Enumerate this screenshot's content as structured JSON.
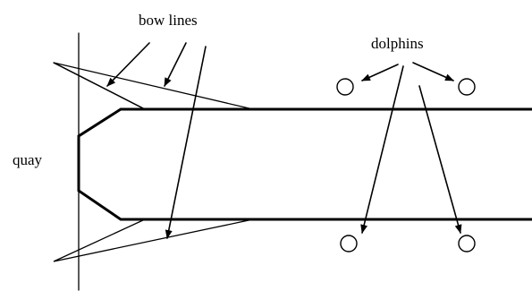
{
  "labels": {
    "bow_lines": "bow lines",
    "dolphins": "dolphins",
    "quay": "quay"
  },
  "colors": {
    "ink": "#000000",
    "background": "#ffffff"
  }
}
